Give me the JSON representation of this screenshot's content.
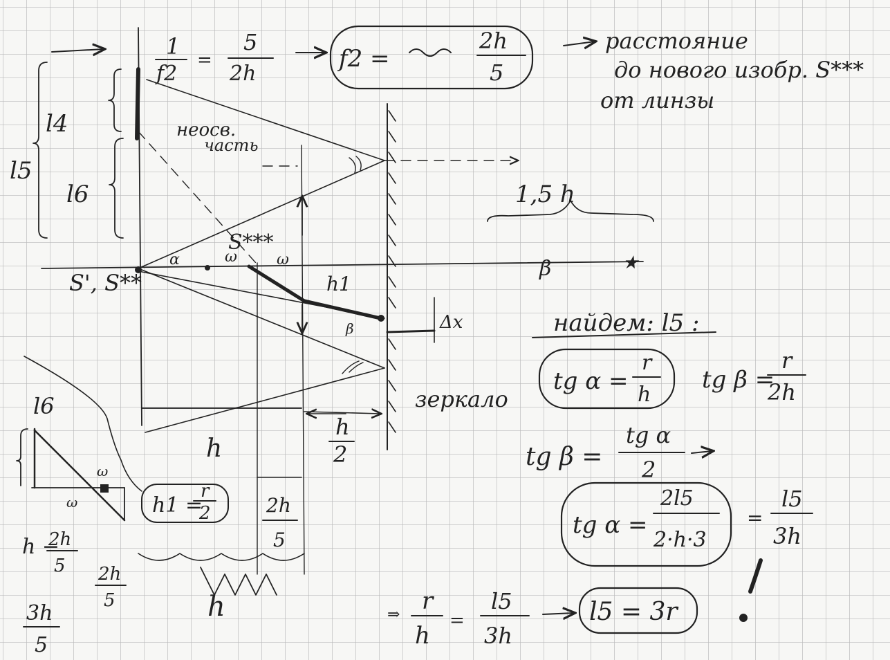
{
  "colors": {
    "paper": "#f7f7f5",
    "grid": "#b9b9b9",
    "ink": "#222222"
  },
  "top": {
    "eq1_num": "1",
    "eq1_den": "f2",
    "eq1_rhs_num": "5",
    "eq1_rhs_den": "2h",
    "boxed_f2": "f2 =",
    "boxed_num": "2h",
    "boxed_den": "5",
    "note_line1": "расстояние",
    "note_line2": "до нового изобр. S***",
    "note_line3": "от линзы"
  },
  "diagram": {
    "l4": "l4",
    "l5": "l5",
    "l6": "l6",
    "neosv_1": "неосв.",
    "neosv_2": "часть",
    "s3": "S***",
    "s_label": "S', S**",
    "alpha": "α",
    "w1": "ω",
    "w2": "ω",
    "h1": "h1",
    "beta": "β",
    "dx": "Δx",
    "beta_right": "β",
    "star": "★",
    "dist_15h": "1,5 h",
    "mirror": "зеркало",
    "bottom_h": "h",
    "bottom_h2_num": "h",
    "bottom_h2_den": "2"
  },
  "left": {
    "l6": "l6",
    "w_top": "ω",
    "w_bot": "ω",
    "h1_eq": "h1 =",
    "h1_num": "r",
    "h1_den": "2",
    "frac_2h_num": "2h",
    "frac_2h_den": "5",
    "h_minus": "h −",
    "hm_num": "2h",
    "hm_den": "5",
    "frac2_num": "2h",
    "frac2_den": "5",
    "frac3_num": "3h",
    "frac3_den": "5",
    "scribble_h": "h"
  },
  "right": {
    "find": "найдем: l5 :",
    "tga_lhs": "tg α =",
    "tga_num": "r",
    "tga_den": "h",
    "tgb_lhs": "tg β =",
    "tgb_num": "r",
    "tgb_den": "2h",
    "tgb2_lhs": "tg β =",
    "tgb2_num": "tg α",
    "tgb2_den": "2",
    "tga2_lhs": "tg α =",
    "tga2_num": "2l5",
    "tga2_den": "2·h·3",
    "tga2_rhs_num": "l5",
    "tga2_rhs_den": "3h",
    "concl_lhs_num": "r",
    "concl_lhs_den": "h",
    "concl_rhs_num": "l5",
    "concl_rhs_den": "3h",
    "concl_boxed": "l5 = 3r"
  }
}
